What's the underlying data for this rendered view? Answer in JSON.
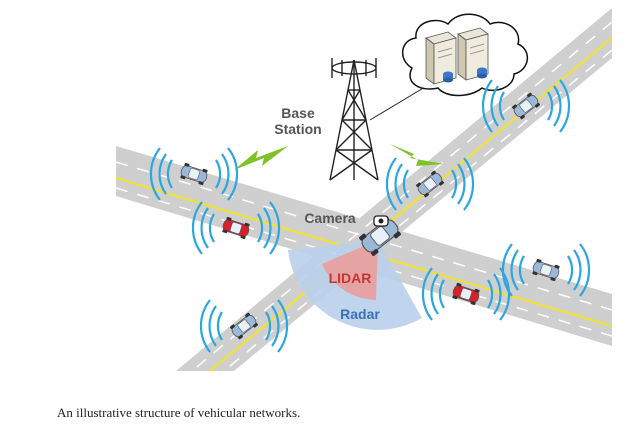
{
  "labels": {
    "base_station": "Base\nStation",
    "camera": "Camera",
    "lidar": "LIDAR",
    "radar": "Radar"
  },
  "caption": "An illustrative structure of vehicular networks.",
  "colors": {
    "road": "#cfcfcf",
    "lane_yellow": "#f2e22a",
    "lane_white": "#ffffff",
    "signal_blue": "#2aa6e0",
    "radar_blue": "#b9cfec",
    "lidar_red": "#e8a0a0",
    "lightning_green": "#7ec225",
    "car_blue": "#9cb8d8",
    "car_red": "#d81f2a",
    "cloud_stroke": "#111111"
  },
  "icons": [
    "tower-icon",
    "server-icon",
    "cloud-icon",
    "car-icon",
    "lightning-icon",
    "signal-wave-icon"
  ]
}
